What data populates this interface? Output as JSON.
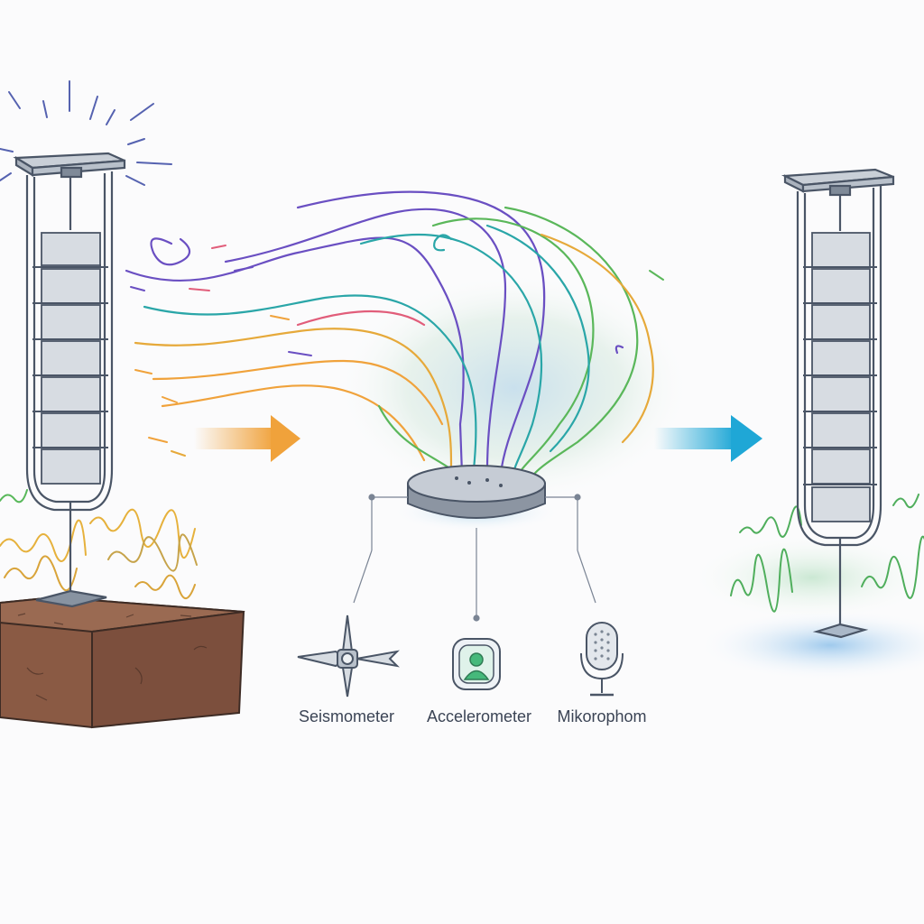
{
  "sensors": [
    {
      "label": "Seismometer",
      "icon": "seismometer-icon"
    },
    {
      "label": "Accelerometer",
      "icon": "accelerometer-icon"
    },
    {
      "label": "Mikorophom",
      "icon": "microphone-icon"
    }
  ],
  "colors": {
    "tower_stroke": "#4a5566",
    "block_fill": "#d7dce2",
    "soil": "#8a5a44",
    "arrow_orange": "#f0a23b",
    "arrow_blue": "#1fa7d6",
    "wave_purple": "#6a4fc2",
    "wave_teal": "#2aa6a8",
    "wave_green": "#5ab75a",
    "wave_orange": "#f0a23b",
    "water": "#9cc8ec",
    "grass": "#4fae5c"
  }
}
